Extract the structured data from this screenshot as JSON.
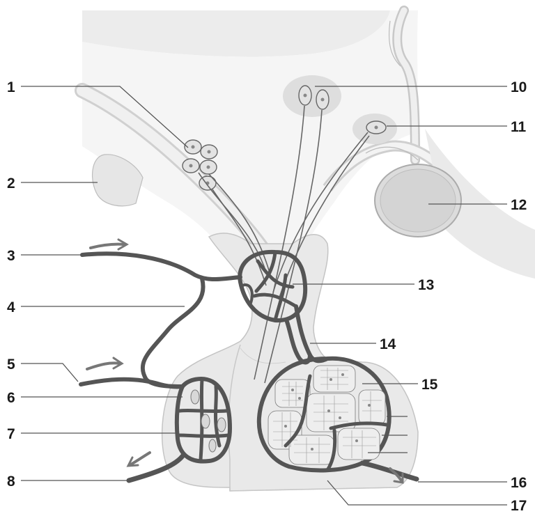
{
  "labels": {
    "l1": "1",
    "l2": "2",
    "l3": "3",
    "l4": "4",
    "l5": "5",
    "l6": "6",
    "l7": "7",
    "l8": "8",
    "l10": "10",
    "l11": "11",
    "l12": "12",
    "l13": "13",
    "l14": "14",
    "l15": "15",
    "l16": "16",
    "l17": "17"
  },
  "colors": {
    "vessel": "#555555",
    "tissue": "#e6e6e6",
    "tissue_light": "#f2f2f2",
    "nucleus_zone": "#d8d8d8",
    "sinus": "#bdbdbd"
  }
}
